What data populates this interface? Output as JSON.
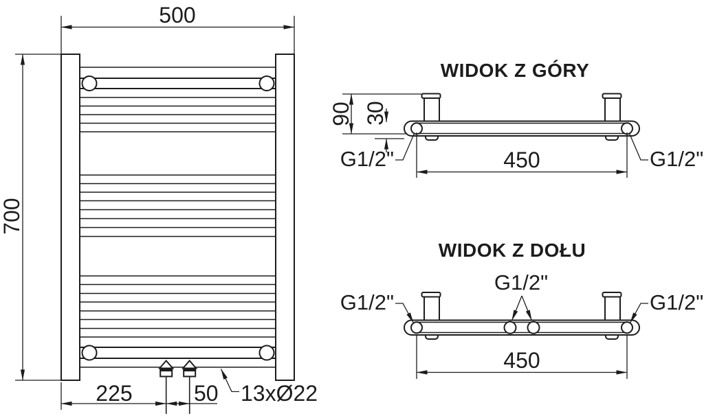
{
  "front_view": {
    "width_label": "500",
    "height_label": "700",
    "bottom_offset_label": "225",
    "valve_spacing_label": "50",
    "tubes_label": "13xØ22"
  },
  "top_view": {
    "title": "WIDOK Z GÓRY",
    "depth_label": "90",
    "tube_depth_label": "30",
    "axis_spacing_label": "450",
    "thread_left_label": "G1/2\"",
    "thread_right_label": "G1/2\""
  },
  "bottom_view": {
    "title": "WIDOK Z DOŁU",
    "thread_left_label": "G1/2\"",
    "thread_center_label": "G1/2\"",
    "thread_right_label": "G1/2\"",
    "axis_spacing_label": "450"
  },
  "colors": {
    "line": "#1c1c1c",
    "background": "#ffffff"
  }
}
